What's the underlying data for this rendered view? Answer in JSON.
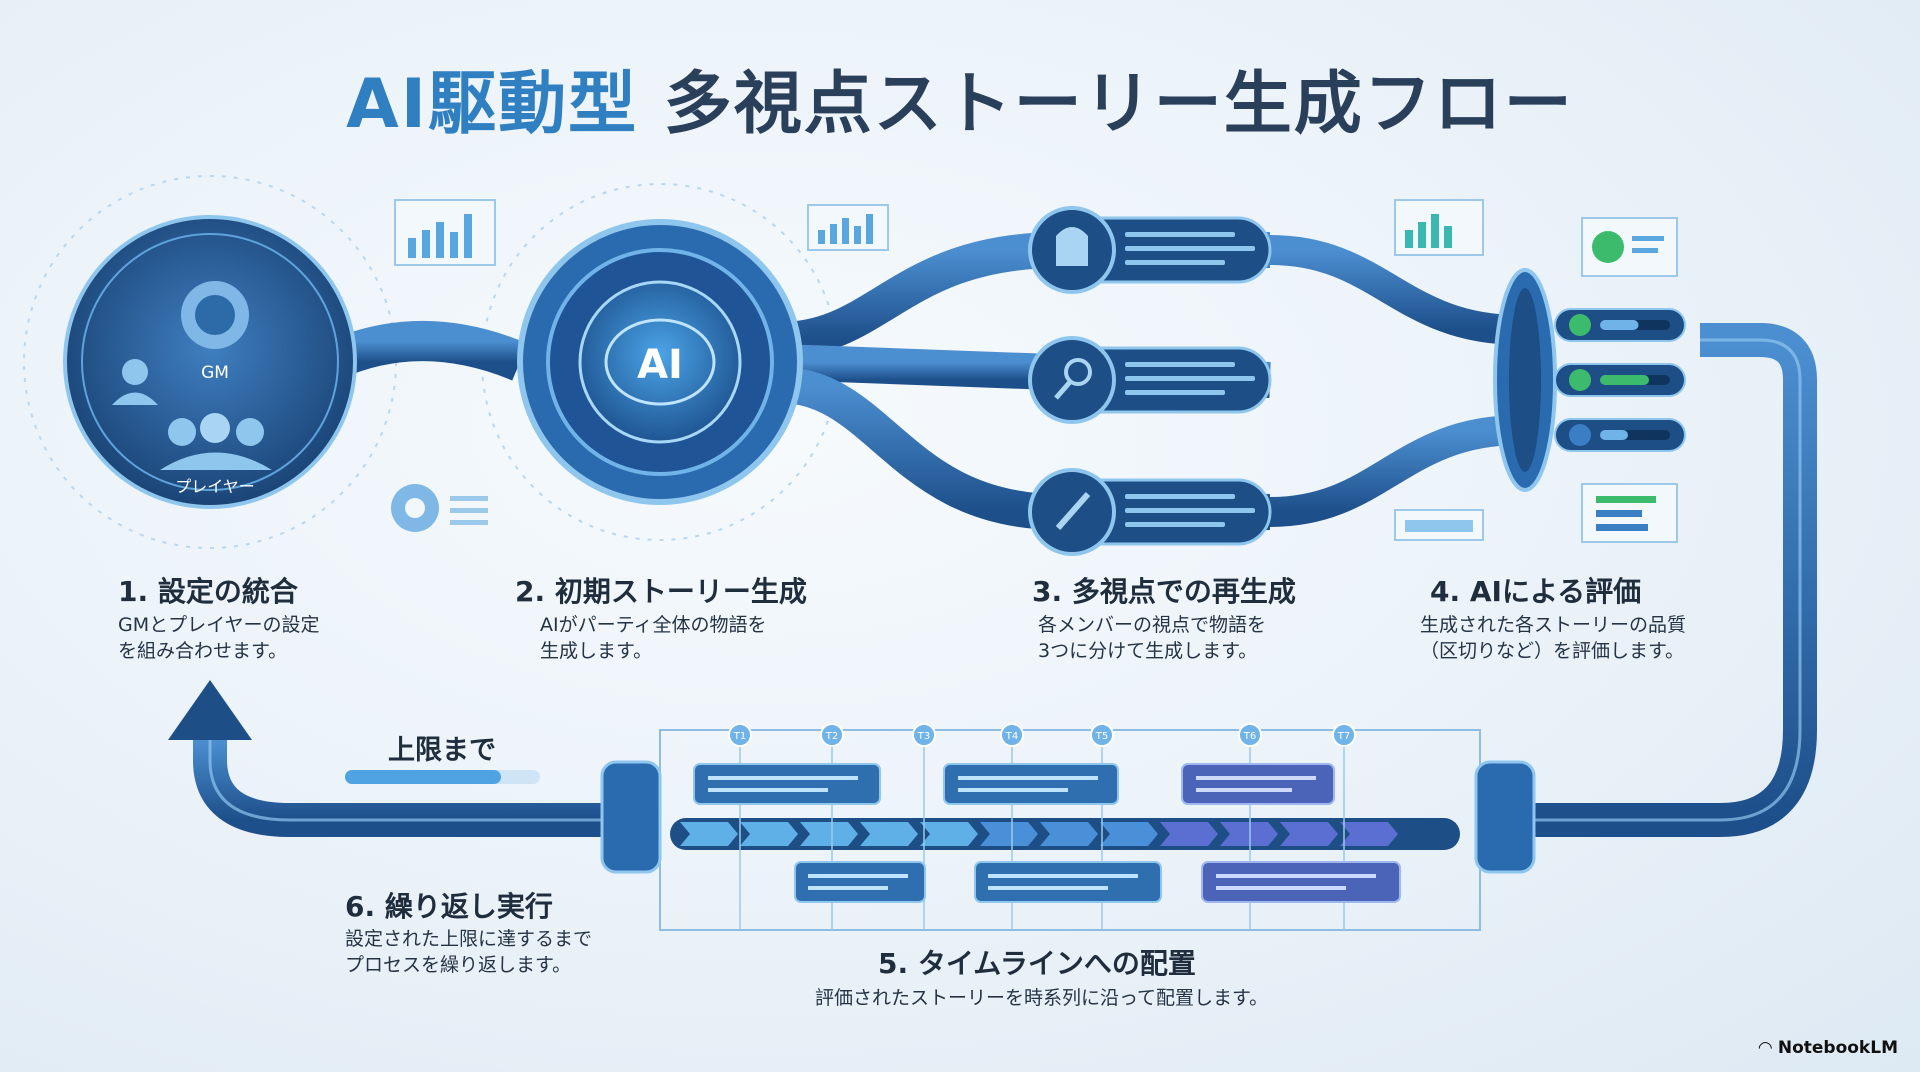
{
  "title": {
    "part1": "AI駆動型",
    "part2": "多視点ストーリー生成フロー"
  },
  "hub": {
    "gm_label": "GM",
    "player_label": "プレイヤー",
    "ai_label": "AI"
  },
  "steps": [
    {
      "title": "1. 設定の統合",
      "desc1": "GMとプレイヤーの設定",
      "desc2": "を組み合わせます。"
    },
    {
      "title": "2. 初期ストーリー生成",
      "desc1": "AIがパーティ全体の物語を",
      "desc2": "生成します。"
    },
    {
      "title": "3. 多視点での再生成",
      "desc1": "各メンバーの視点で物語を",
      "desc2": "3つに分けて生成します。"
    },
    {
      "title": "4. AIによる評価",
      "desc1": "生成された各ストーリーの品質",
      "desc2": "（区切りなど）を評価します。"
    },
    {
      "title": "5. タイムラインへの配置",
      "desc1": "評価されたストーリーを時系列に沿って配置します。"
    },
    {
      "title": "6. 繰り返し実行",
      "desc1": "設定された上限に達するまで",
      "desc2": "プロセスを繰り返します。"
    }
  ],
  "limit": {
    "label": "上限まで",
    "progress": 0.8
  },
  "timeline": {
    "ticks": [
      "T1",
      "T2",
      "T3",
      "T4",
      "T5",
      "T6",
      "T7"
    ]
  },
  "branches": [
    {
      "icon": "helmet-icon",
      "status": "check",
      "score": 0.55
    },
    {
      "icon": "magnifier-icon",
      "status": "check",
      "score": 0.7
    },
    {
      "icon": "sword-icon",
      "status": "check",
      "score": 0.4
    }
  ],
  "brand": "NotebookLM",
  "colors": {
    "navy": "#1e4e86",
    "blue": "#3a7fc4",
    "light": "#8ec6ee",
    "accent": "#2f7fc1",
    "green": "#3dbb6c"
  }
}
